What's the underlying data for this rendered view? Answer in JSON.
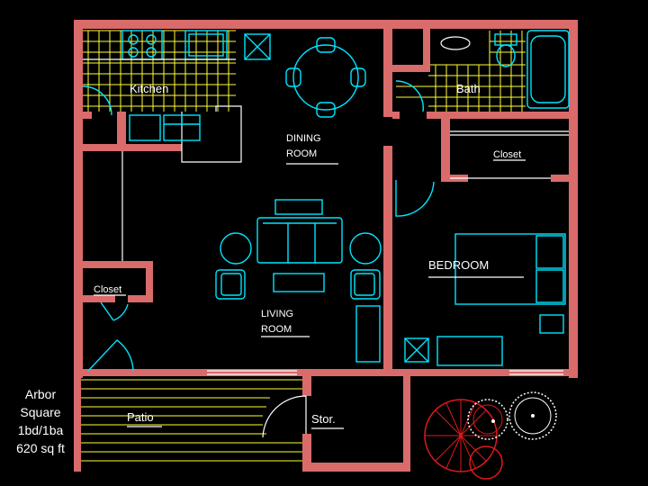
{
  "rooms": {
    "kitchen": "Kitchen",
    "bath": "Bath",
    "dining_1": "DINING",
    "dining_2": "ROOM",
    "closet_bed": "Closet",
    "bedroom": "BEDROOM",
    "closet_hall": "Closet",
    "living_1": "LIVING",
    "living_2": "ROOM",
    "patio": "Patio",
    "storage": "Stor."
  },
  "info": {
    "line1": "Arbor",
    "line2": "Square",
    "line3": "1bd/1ba",
    "line4": "620 sq ft"
  },
  "colors": {
    "wall": "#d96b6b",
    "fixture": "#00e5ff",
    "tile": "#ffff33",
    "text": "#ffffff"
  }
}
